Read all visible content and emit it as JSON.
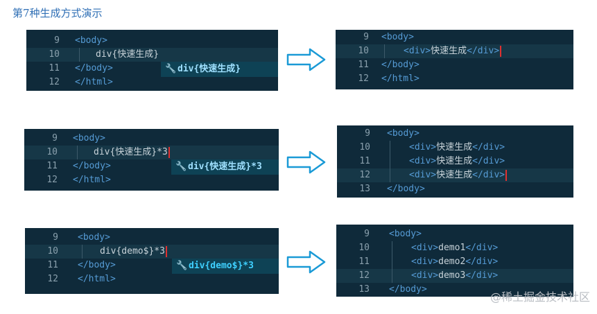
{
  "title": "第7种生成方式演示",
  "watermark": "@稀土掘金技术社区",
  "icons": {
    "wrench": "wrench-icon",
    "arrow": "arrow-right-icon"
  },
  "colors": {
    "panel_bg": "#0f2a3a",
    "tag": "#569cd6",
    "text": "#c8d3d9",
    "suggest_bg": "#0e4255",
    "cursor": "#e03030",
    "arrow": "#1a9ad6"
  },
  "rows": [
    {
      "left": {
        "lines": [
          {
            "n": "9",
            "pre": "<body>",
            "tag": "",
            "text": "",
            "post": ""
          },
          {
            "n": "10",
            "pre": "",
            "tag": "",
            "text": "div{快速生成}",
            "post": ""
          },
          {
            "n": "11",
            "pre": "</body>",
            "tag": "",
            "text": "",
            "post": ""
          },
          {
            "n": "12",
            "pre": "</html>",
            "tag": "",
            "text": "",
            "post": ""
          }
        ],
        "suggestion": "div{快速生成}"
      },
      "right": {
        "lines": [
          {
            "n": "9",
            "open": "<body>",
            "text": "",
            "close": ""
          },
          {
            "n": "10",
            "open": "<div>",
            "text": "快速生成",
            "close": "</div>"
          },
          {
            "n": "11",
            "open": "</body>",
            "text": "",
            "close": ""
          },
          {
            "n": "12",
            "open": "</html>",
            "text": "",
            "close": ""
          }
        ]
      }
    },
    {
      "left": {
        "lines": [
          {
            "n": "9",
            "pre": "<body>",
            "tag": "",
            "text": "",
            "post": ""
          },
          {
            "n": "10",
            "pre": "",
            "tag": "",
            "text": "div{快速生成}*3",
            "post": ""
          },
          {
            "n": "11",
            "pre": "</body>",
            "tag": "",
            "text": "",
            "post": ""
          },
          {
            "n": "12",
            "pre": "</html>",
            "tag": "",
            "text": "",
            "post": ""
          }
        ],
        "suggestion": "div{快速生成}*3"
      },
      "right": {
        "lines": [
          {
            "n": "9",
            "open": "<body>",
            "text": "",
            "close": ""
          },
          {
            "n": "10",
            "open": "<div>",
            "text": "快速生成",
            "close": "</div>"
          },
          {
            "n": "11",
            "open": "<div>",
            "text": "快速生成",
            "close": "</div>"
          },
          {
            "n": "12",
            "open": "<div>",
            "text": "快速生成",
            "close": "</div>"
          },
          {
            "n": "13",
            "open": "</body>",
            "text": "",
            "close": ""
          }
        ]
      }
    },
    {
      "left": {
        "lines": [
          {
            "n": "9",
            "pre": "<body>",
            "tag": "",
            "text": "",
            "post": ""
          },
          {
            "n": "10",
            "pre": "",
            "tag": "",
            "text": "div{demo$}*3",
            "post": ""
          },
          {
            "n": "11",
            "pre": "</body>",
            "tag": "",
            "text": "",
            "post": ""
          },
          {
            "n": "12",
            "pre": "</html>",
            "tag": "",
            "text": "",
            "post": ""
          }
        ],
        "suggestion": "div{demo$}*3"
      },
      "right": {
        "lines": [
          {
            "n": "9",
            "open": "<body>",
            "text": "",
            "close": ""
          },
          {
            "n": "10",
            "open": "<div>",
            "text": "demo1",
            "close": "</div>"
          },
          {
            "n": "11",
            "open": "<div>",
            "text": "demo2",
            "close": "</div>"
          },
          {
            "n": "12",
            "open": "<div>",
            "text": "demo3",
            "close": "</div>"
          },
          {
            "n": "13",
            "open": "</body>",
            "text": "",
            "close": ""
          }
        ]
      }
    }
  ]
}
